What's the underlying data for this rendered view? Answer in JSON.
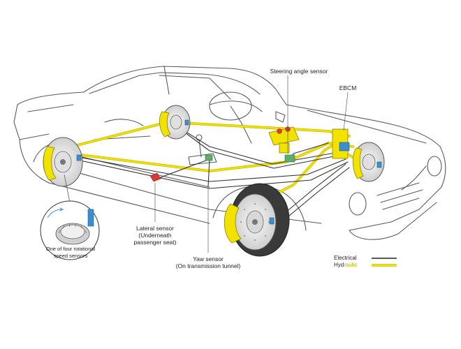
{
  "labels": {
    "steering_angle_sensor": "Steering angle sensor",
    "ebcm": "EBCM",
    "lateral_sensor_line1": "Lateral sensor",
    "lateral_sensor_line2": "(Underneath",
    "lateral_sensor_line3": "passenger seat)",
    "yaw_sensor_line1": "Yaw sensor",
    "yaw_sensor_line2": "(On transmission tunnel)",
    "speed_sensor_line1": "One of four rotational",
    "speed_sensor_line2": "speed sensors"
  },
  "legend": {
    "electrical": "Electrical",
    "hydraulic_prefix": "Hyd",
    "hydraulic_suffix": "raulic"
  },
  "colors": {
    "outline": "#555555",
    "hydraulic": "#f2e200",
    "electrical": "#333333",
    "caliper": "#f2e200",
    "sensor_blue": "#3b8fd0",
    "sensor_green": "#5cae6a",
    "sensor_red": "#d83a3a"
  }
}
